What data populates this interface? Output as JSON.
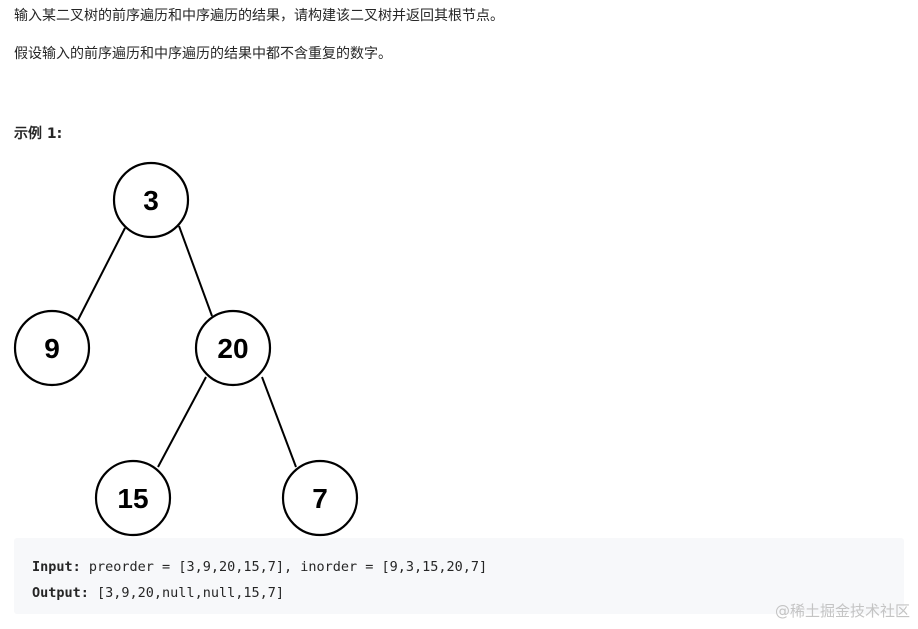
{
  "description": {
    "paragraph_1": "输入某二叉树的前序遍历和中序遍历的结果，请构建该二叉树并返回其根节点。",
    "paragraph_2": "假设输入的前序遍历和中序遍历的结果中都不含重复的数字。"
  },
  "example": {
    "heading": "示例 1:",
    "tree": {
      "nodes": [
        {
          "id": "n3",
          "label": "3",
          "parent": null
        },
        {
          "id": "n9",
          "label": "9",
          "parent": "n3"
        },
        {
          "id": "n20",
          "label": "20",
          "parent": "n3"
        },
        {
          "id": "n15",
          "label": "15",
          "parent": "n20"
        },
        {
          "id": "n7",
          "label": "7",
          "parent": "n20"
        }
      ]
    },
    "code": {
      "input_key": "Input:",
      "input_value": " preorder = [3,9,20,15,7], inorder = [9,3,15,20,7]",
      "output_key": "Output:",
      "output_value": " [3,9,20,null,null,15,7]"
    }
  },
  "watermark": "@稀土掘金技术社区",
  "colors": {
    "text": "#262626",
    "code_background": "#f7f8fa",
    "watermark": "#c4c4c4",
    "tree_stroke": "#000000"
  }
}
